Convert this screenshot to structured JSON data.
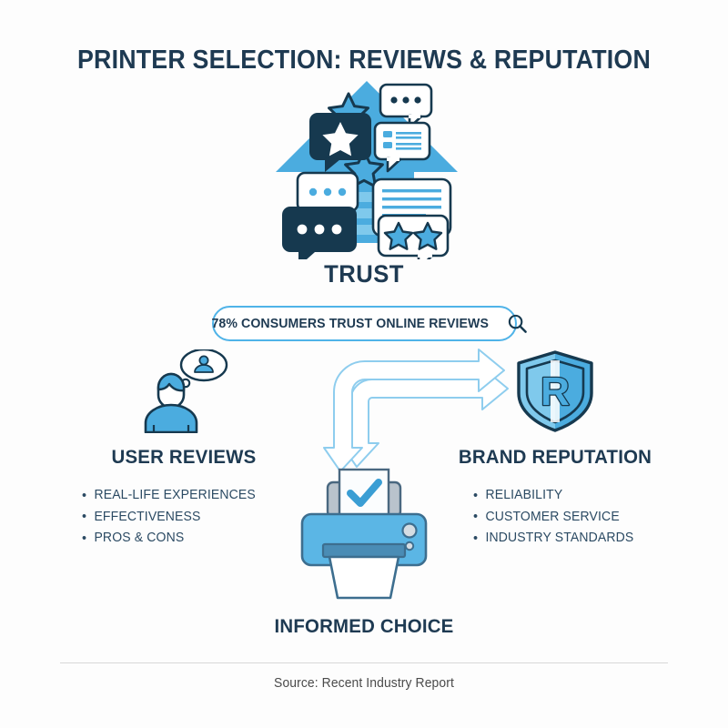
{
  "page": {
    "title": "PRINTER SELECTION: REVIEWS & REPUTATION",
    "background_color": "#fdfdfd"
  },
  "colors": {
    "navy": "#1e3a52",
    "dark_navy": "#16394f",
    "blue": "#4bacdf",
    "light_blue": "#7fc9ec",
    "pill_border": "#4fb3e8",
    "arrow_blue": "#8ecdee",
    "divider": "#d8d8d8",
    "body_text": "#2b4a63"
  },
  "trust": {
    "icon_name": "reviews-arrow-cluster-icon",
    "label": "TRUST"
  },
  "stat": {
    "text": "78% CONSUMERS TRUST ONLINE REVIEWS",
    "percent": "78%",
    "icon_name": "magnifier-icon"
  },
  "arrows": {
    "icon_name": "bent-double-arrow-icon",
    "directions": [
      "right",
      "down"
    ]
  },
  "columns": [
    {
      "key": "user_reviews",
      "icon_name": "person-thought-bubble-icon",
      "heading": "USER REVIEWS",
      "bullets": [
        "REAL-LIFE EXPERIENCES",
        "EFFECTIVENESS",
        "PROS & CONS"
      ]
    },
    {
      "key": "brand_reputation",
      "icon_name": "shield-r-icon",
      "heading": "BRAND REPUTATION",
      "bullets": [
        "RELIABILITY",
        "CUSTOMER SERVICE",
        "INDUSTRY STANDARDS"
      ]
    }
  ],
  "outcome": {
    "icon_name": "printer-checkmark-icon",
    "label": "INFORMED CHOICE"
  },
  "footer": {
    "source": "Source: Recent Industry Report"
  }
}
